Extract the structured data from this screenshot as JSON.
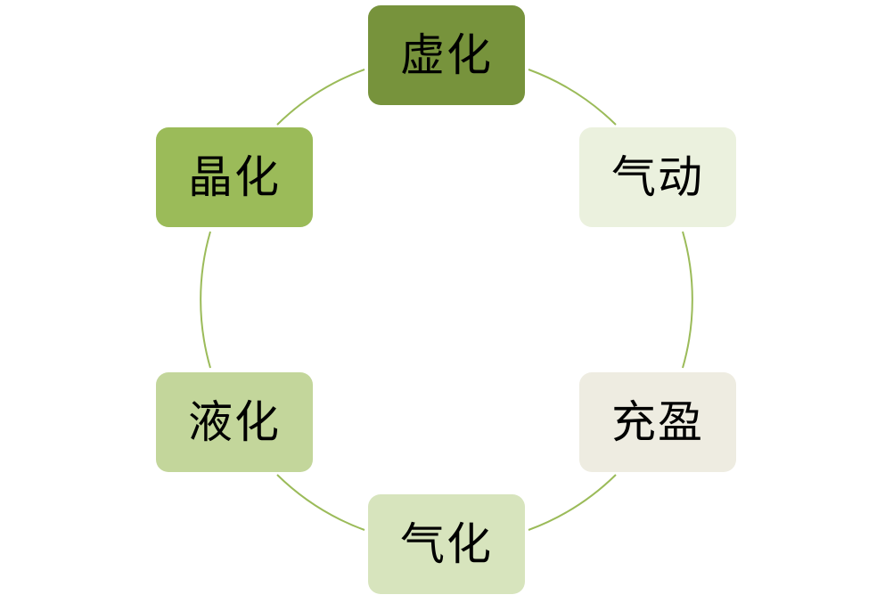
{
  "diagram": {
    "type": "cycle",
    "connector_color": "#9bbb59",
    "nodes": [
      {
        "label": "虚化",
        "color": "#77933c"
      },
      {
        "label": "气动",
        "color": "#ebf1de"
      },
      {
        "label": "充盈",
        "color": "#eeece1"
      },
      {
        "label": "气化",
        "color": "#d7e4bd"
      },
      {
        "label": "液化",
        "color": "#c3d69b"
      },
      {
        "label": "晶化",
        "color": "#9bbb59"
      }
    ]
  }
}
